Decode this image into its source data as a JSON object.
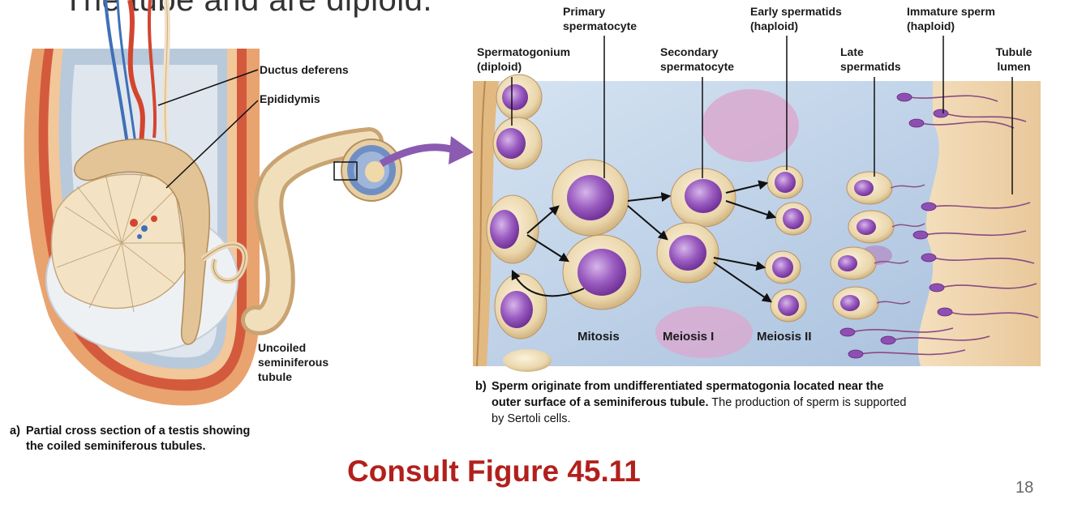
{
  "slide": {
    "heading_partial": "The tube and are diploid.",
    "consult_text": "Consult Figure 45.11",
    "page_number": "18"
  },
  "panel_a": {
    "labels": {
      "ductus_deferens": "Ductus deferens",
      "epididymis": "Epididymis",
      "uncoiled_tubule": "Uncoiled\nseminiferous\ntubule"
    },
    "caption_letter": "a)",
    "caption_line1": "Partial cross section of a testis showing",
    "caption_line2": "the coiled seminiferous tubules."
  },
  "panel_b": {
    "labels": {
      "spermatogonium": "Spermatogonium\n(diploid)",
      "primary_spermatocyte": "Primary\nspermatocyte",
      "secondary_spermatocyte": "Secondary\nspermatocyte",
      "early_spermatids": "Early spermatids\n(haploid)",
      "late_spermatids": "Late\nspermatids",
      "immature_sperm": "Immature sperm\n(haploid)",
      "tubule_lumen": "Tubule\nlumen"
    },
    "stages": {
      "mitosis": "Mitosis",
      "meiosis1": "Meiosis I",
      "meiosis2": "Meiosis II"
    },
    "caption_letter": "b)",
    "caption_bold1": "Sperm originate from undifferentiated spermatogonia located near the",
    "caption_bold2": "outer surface of a seminiferous tubule.",
    "caption_normal2": " The production of sperm is supported",
    "caption_normal3": "by Sertoli cells."
  },
  "colors": {
    "consult_red": "#b2201c",
    "cell_purple": "#8e4fb3",
    "cell_tan": "#ecdcb8",
    "background_blue": "#bcd0e6",
    "arrow_purple": "#8a5bb0"
  }
}
